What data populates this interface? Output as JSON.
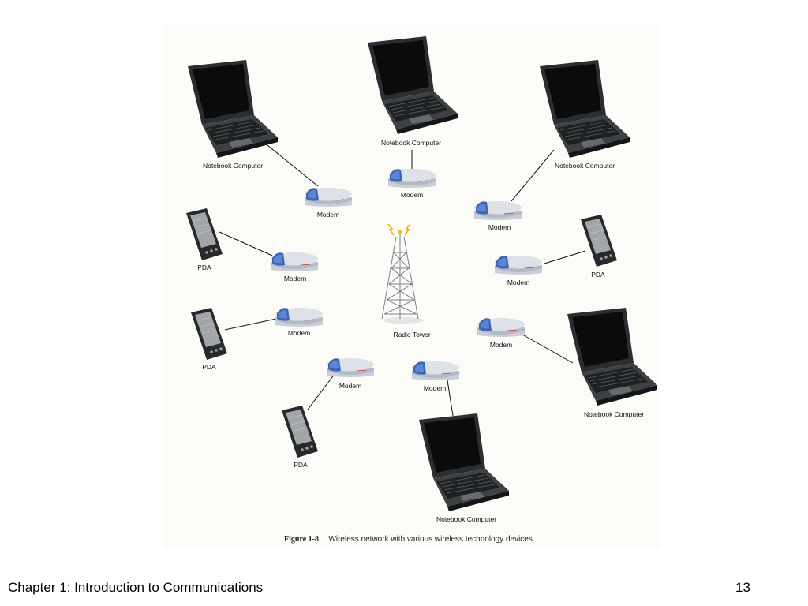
{
  "labels": {
    "notebook": "Notebook Computer",
    "modem": "Modem",
    "pda": "PDA",
    "tower": "Radio Tower"
  },
  "caption": {
    "number": "Figure 1-8",
    "text": "Wireless network with various wireless technology devices."
  },
  "footer": {
    "chapter": "Chapter 1:  Introduction to Communications",
    "page": "13"
  },
  "colors": {
    "device_body": "#2e3133",
    "screen": "#0c0c0c",
    "modem_blue": "#3f66b5",
    "modem_body": "#dfe3ea",
    "link_line": "#111111",
    "figure_bg": "#fbfbf8"
  }
}
